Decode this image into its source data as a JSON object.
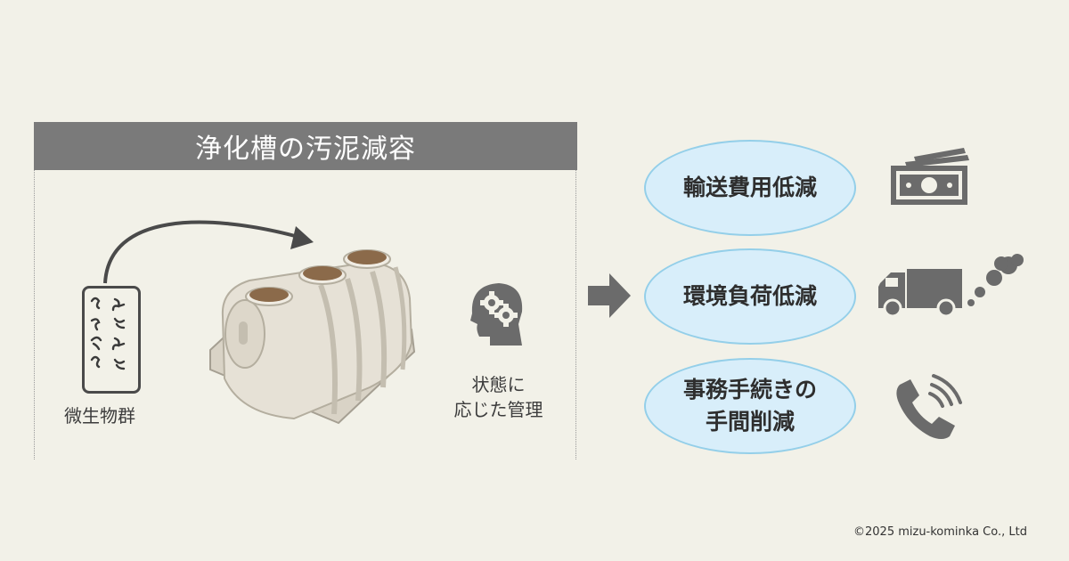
{
  "header": {
    "title": "浄化槽の汚泥減容"
  },
  "left_panel": {
    "microbe_label": "微生物群",
    "management_label_line1": "状態に",
    "management_label_line2": "応じた管理"
  },
  "benefits": {
    "item1": "輸送費用低減",
    "item2": "環境負荷低減",
    "item3_line1": "事務手続きの",
    "item3_line2": "手間削減"
  },
  "icons": {
    "microbes": "bacteria-icon",
    "tank": "septic-tank-illustration",
    "brain": "head-gears-icon",
    "arrow": "right-arrow-icon",
    "money": "money-icon",
    "truck": "truck-icon",
    "phone": "phone-icon"
  },
  "colors": {
    "background": "#f2f1e8",
    "title_bar": "#7a7a7a",
    "oval_fill": "#d8eefa",
    "oval_border": "#94cfe9",
    "icon_gray": "#6b6b6b"
  },
  "footer": {
    "copyright": "©2025 mizu-kominka Co., Ltd"
  }
}
